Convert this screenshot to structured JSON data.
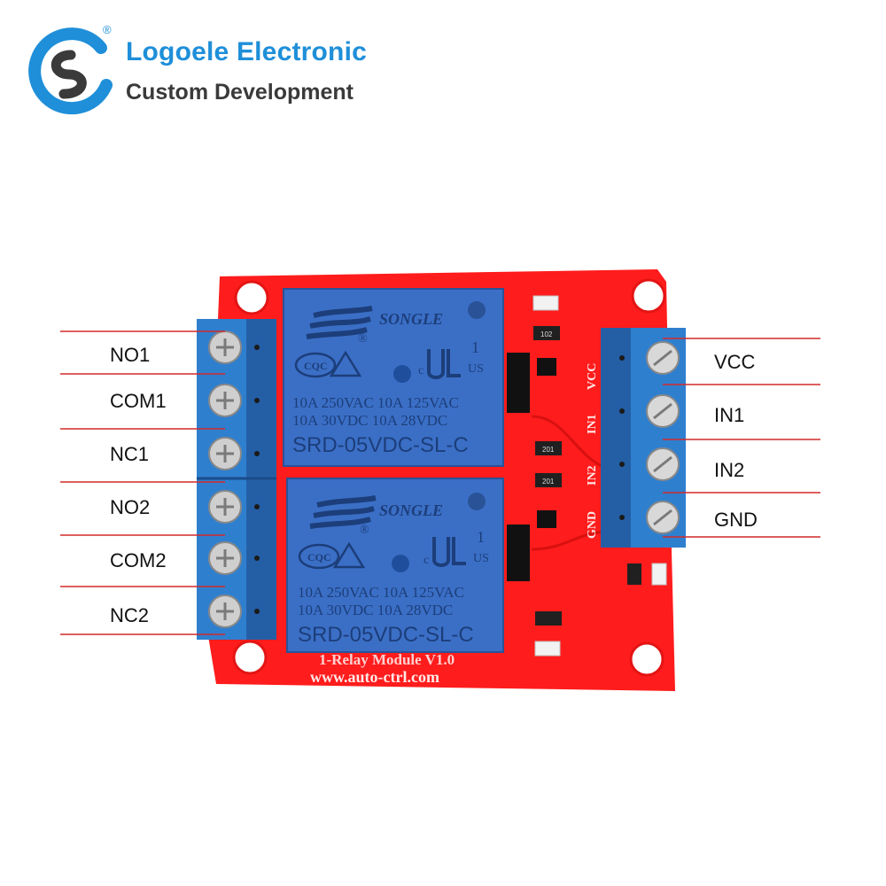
{
  "brand": {
    "name": "Logoele Electronic",
    "tagline": "Custom Development",
    "registered_mark": "®",
    "colors": {
      "blue": "#1f8fd9",
      "gray": "#3a3a3a"
    }
  },
  "board": {
    "pcb_color": "#ff1c1c",
    "terminal_color": "#2f7fcf",
    "relay_color": "#3b6fc6",
    "silkscreen": [
      "1-Relay Module V1.0",
      "www.auto-ctrl.com"
    ],
    "header_pins": [
      "VCC",
      "IN1",
      "IN2",
      "GND"
    ],
    "smd_codes": [
      "102",
      "201",
      "201"
    ]
  },
  "relays": [
    {
      "brand": "SONGLE",
      "rating_1": "10A 250VAC 10A 125VAC",
      "rating_2": "10A 30VDC 10A 28VDC",
      "model": "SRD-05VDC-SL-C",
      "cert": "CQC",
      "ul_mark": "c",
      "ul_num": "1",
      "ul_us": "US"
    },
    {
      "brand": "SONGLE",
      "rating_1": "10A 250VAC 10A 125VAC",
      "rating_2": "10A 30VDC 10A 28VDC",
      "model": "SRD-05VDC-SL-C",
      "cert": "CQC",
      "ul_mark": "c",
      "ul_num": "1",
      "ul_us": "US"
    }
  ],
  "left_labels": [
    "NO1",
    "COM1",
    "NC1",
    "NO2",
    "COM2",
    "NC2"
  ],
  "right_labels": [
    "VCC",
    "IN1",
    "IN2",
    "GND"
  ]
}
